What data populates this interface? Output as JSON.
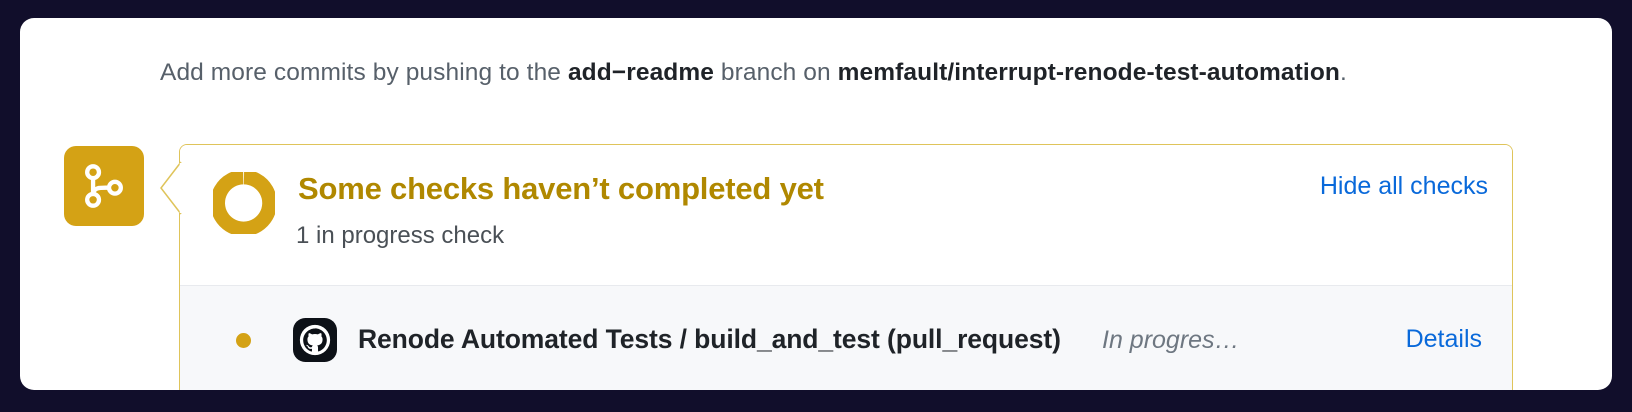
{
  "colors": {
    "page_background": "#110E2B",
    "card_background": "#ffffff",
    "pending_yellow": "#D4A215",
    "pending_border": "#DFC45A",
    "title_gold": "#B08800",
    "link_blue": "#0969da",
    "muted_text": "#57606a",
    "row_background": "#f7f8fa"
  },
  "commit_line": {
    "prefix": "Add more commits by pushing to the ",
    "branch": "add−readme",
    "middle": " branch on ",
    "repo": "memfault/interrupt-renode-test-automation",
    "suffix": "."
  },
  "merge_badge": {
    "icon": "git-branch-icon"
  },
  "checks": {
    "status_icon": "in-progress-spinner-icon",
    "title": "Some checks haven’t completed yet",
    "subtitle": "1 in progress check",
    "hide_all_label": "Hide all checks",
    "rows": [
      {
        "dot": "pending-dot-icon",
        "icon": "github-actions-icon",
        "name": "Renode Automated Tests / build_and_test (pull_request)",
        "status": "In progres…",
        "details_label": "Details"
      }
    ]
  }
}
